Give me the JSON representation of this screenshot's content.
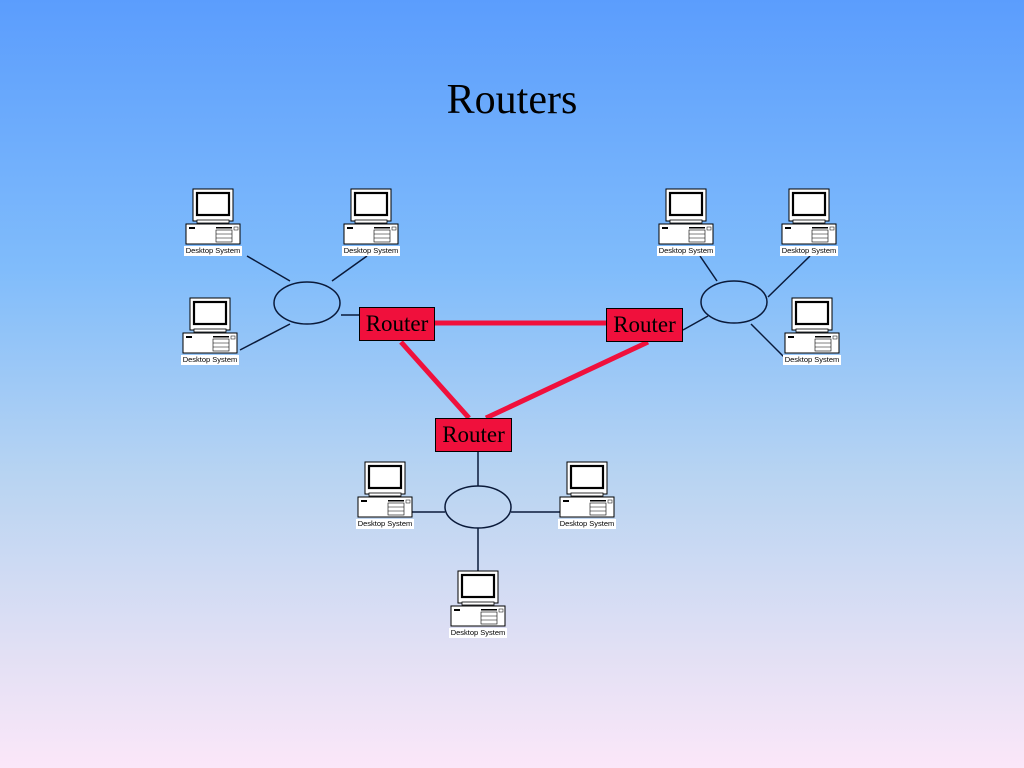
{
  "title": "Routers",
  "colors": {
    "background_top": "#5b9dfd",
    "background_bottom": "#fbe7f9",
    "router_fill": "#f0103c",
    "backbone_link": "#f0103c",
    "lan_link": "#0a1a3a"
  },
  "routers": [
    {
      "id": "router-left",
      "label": "Router"
    },
    {
      "id": "router-right",
      "label": "Router"
    },
    {
      "id": "router-bottom",
      "label": "Router"
    }
  ],
  "networks": [
    {
      "id": "lan-left",
      "router": "router-left",
      "hosts": [
        "Desktop System",
        "Desktop System",
        "Desktop System"
      ]
    },
    {
      "id": "lan-right",
      "router": "router-right",
      "hosts": [
        "Desktop System",
        "Desktop System",
        "Desktop System"
      ]
    },
    {
      "id": "lan-bottom",
      "router": "router-bottom",
      "hosts": [
        "Desktop System",
        "Desktop System",
        "Desktop System"
      ]
    }
  ],
  "backbone_links": [
    [
      "router-left",
      "router-right"
    ],
    [
      "router-left",
      "router-bottom"
    ],
    [
      "router-right",
      "router-bottom"
    ]
  ]
}
